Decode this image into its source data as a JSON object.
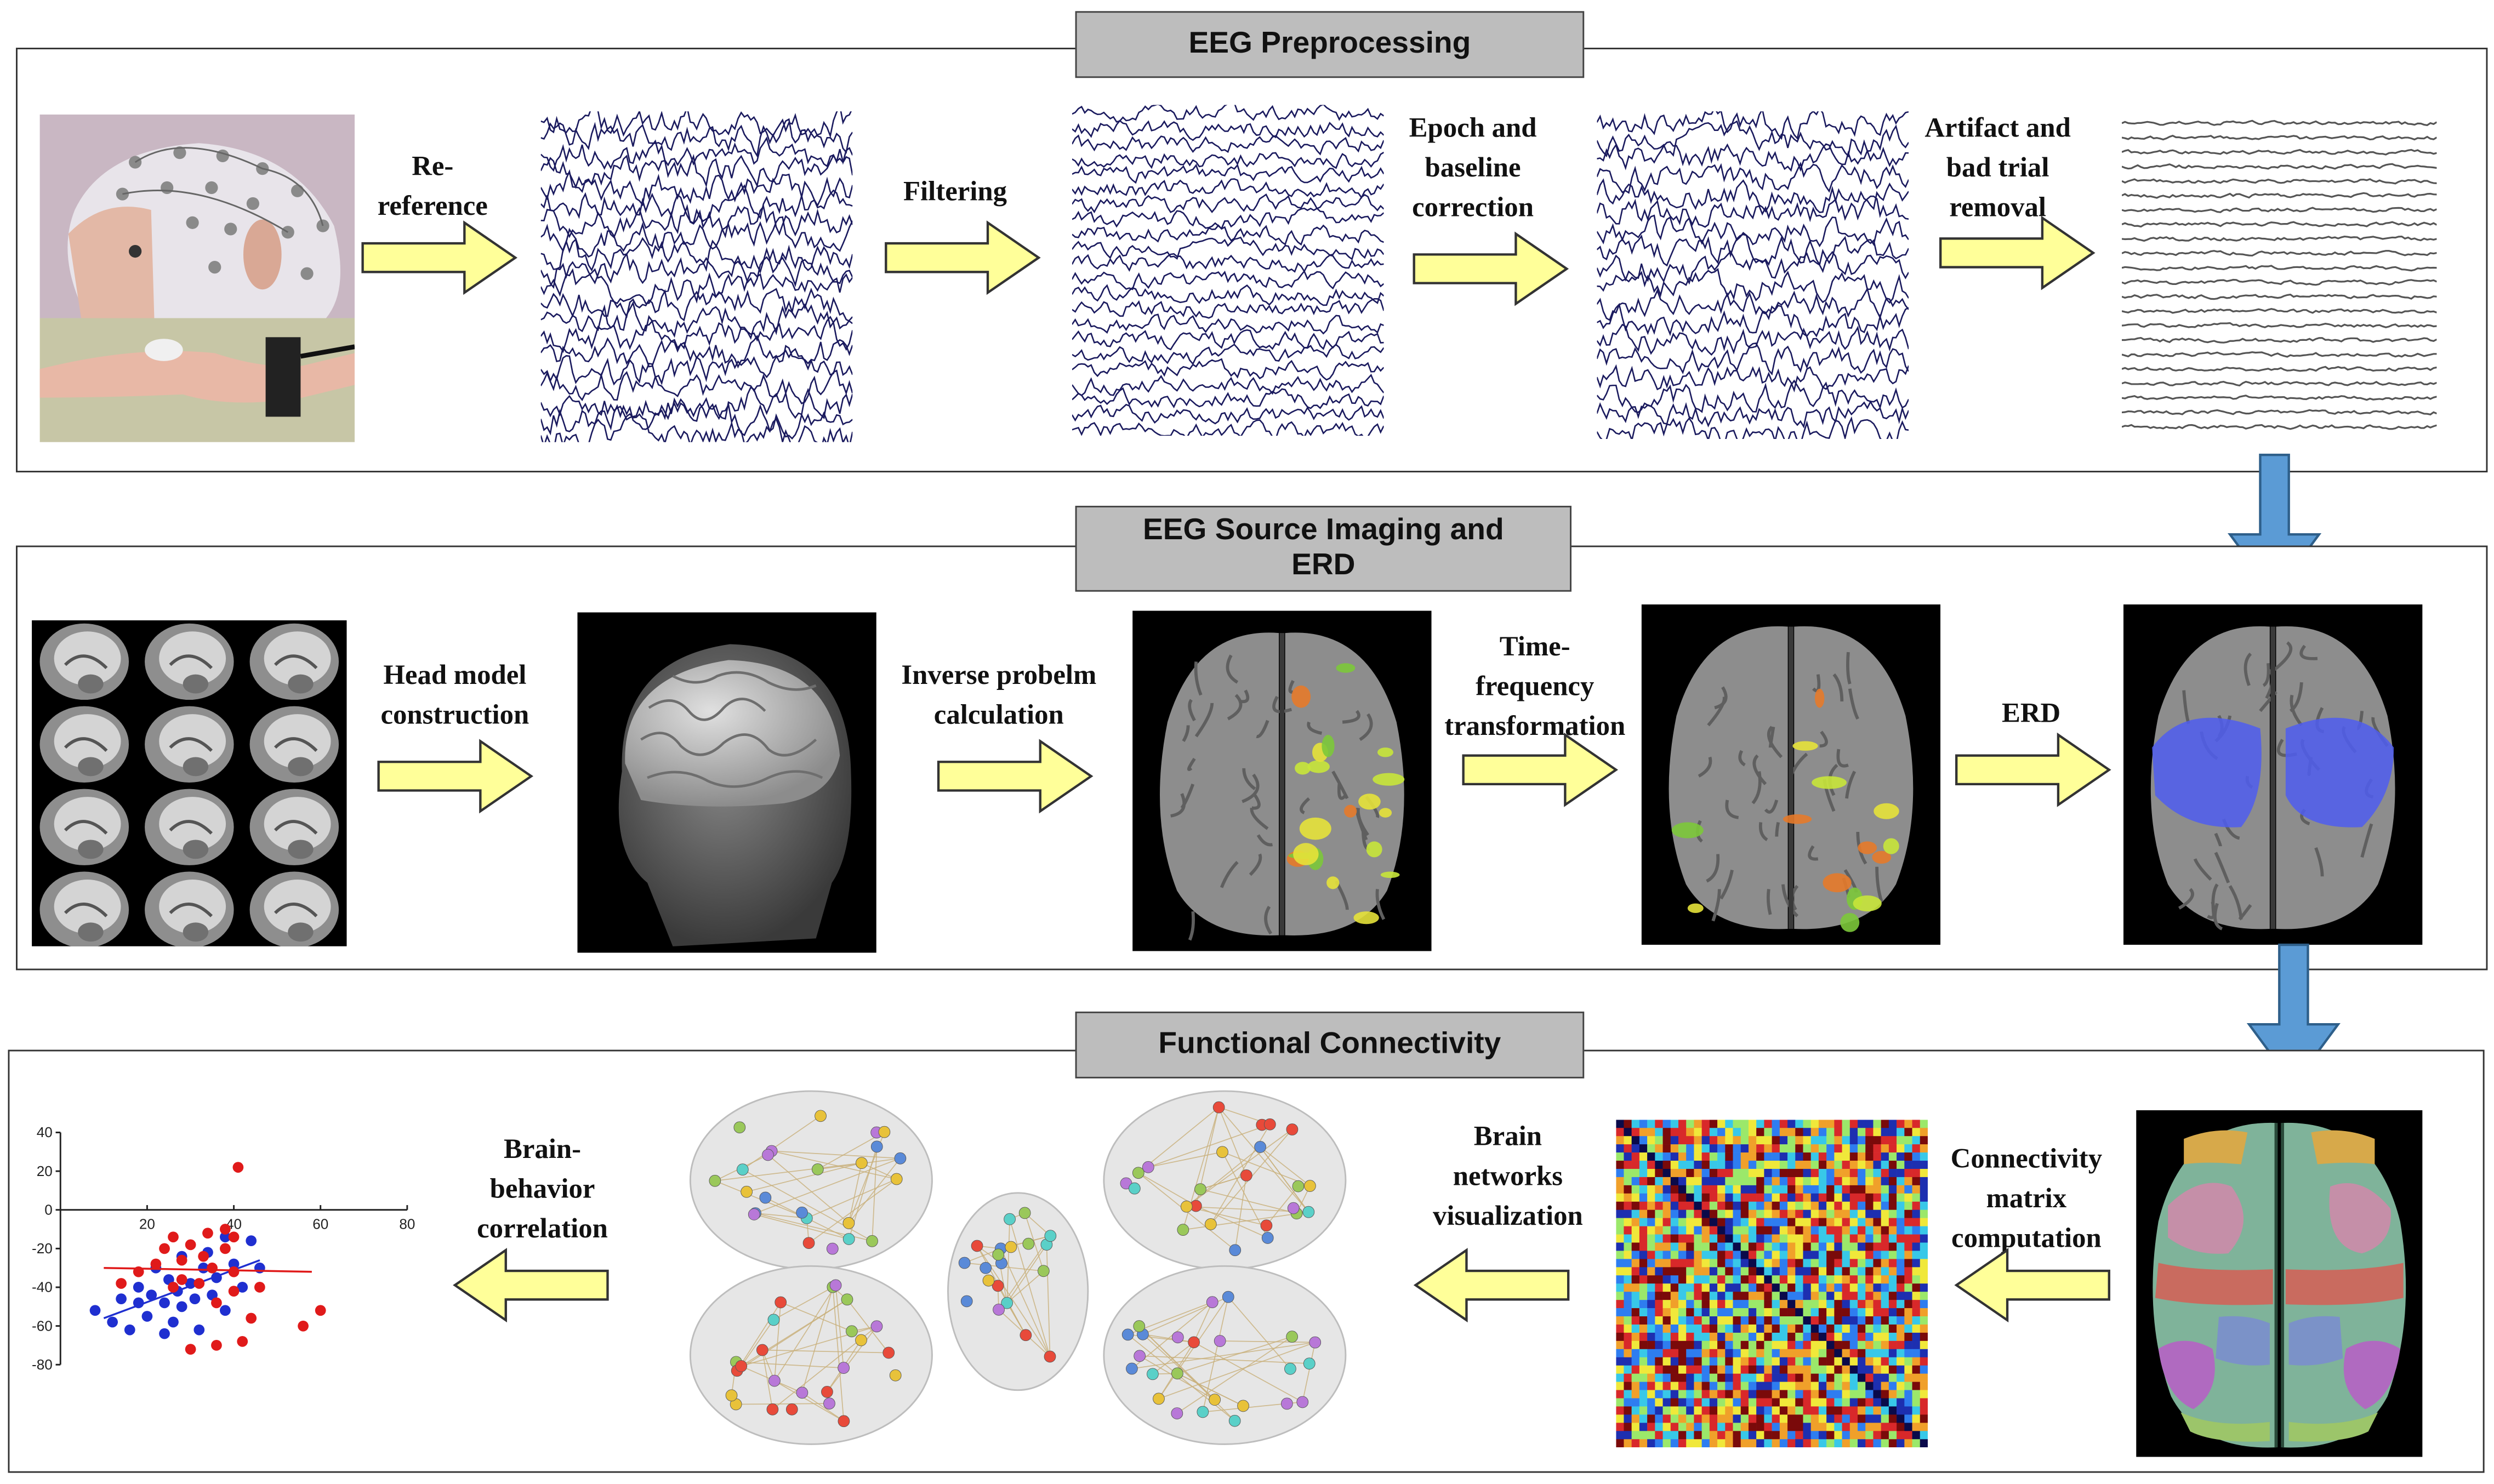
{
  "sections": {
    "preprocessing": "EEG Preprocessing",
    "source": "EEG Source Imaging and\nERD",
    "connectivity": "Functional Connectivity"
  },
  "steps": {
    "rereference": "Re-\nreference",
    "filtering": "Filtering",
    "epoch": "Epoch and\nbaseline\ncorrection",
    "artifact": "Artifact and\nbad trial\nremoval",
    "head_model": "Head model\nconstruction",
    "inverse": "Inverse probelm\ncalculation",
    "timefreq": "Time-\nfrequency\ntransformation",
    "erd": "ERD",
    "conn_matrix": "Connectivity\nmatrix\ncomputation",
    "brain_networks": "Brain\nnetworks\nvisualization",
    "brain_behavior": "Brain-\nbehavior\ncorrelation"
  },
  "colors": {
    "step_arrow": "#ffff99",
    "flow_arrow": "#5b9bd5",
    "title_box": "#bdbdbd",
    "eeg_trace": "#1a1a5e"
  },
  "chart_data": {
    "type": "scatter",
    "xlim": [
      0,
      80
    ],
    "ylim": [
      -80,
      40
    ],
    "xticks": [
      "20",
      "40",
      "60",
      "80"
    ],
    "yticks": [
      "40",
      "20",
      "0",
      "-20",
      "-40",
      "-60",
      "-80"
    ],
    "series": [
      {
        "color": "#1f2fd0",
        "points": [
          [
            8,
            -52
          ],
          [
            12,
            -58
          ],
          [
            14,
            -46
          ],
          [
            16,
            -62
          ],
          [
            18,
            -40
          ],
          [
            20,
            -55
          ],
          [
            21,
            -44
          ],
          [
            22,
            -30
          ],
          [
            24,
            -48
          ],
          [
            25,
            -36
          ],
          [
            26,
            -58
          ],
          [
            27,
            -42
          ],
          [
            28,
            -24
          ],
          [
            28,
            -50
          ],
          [
            30,
            -38
          ],
          [
            31,
            -46
          ],
          [
            32,
            -62
          ],
          [
            33,
            -30
          ],
          [
            34,
            -22
          ],
          [
            35,
            -44
          ],
          [
            36,
            -35
          ],
          [
            38,
            -14
          ],
          [
            38,
            -52
          ],
          [
            40,
            -28
          ],
          [
            42,
            -40
          ],
          [
            44,
            -16
          ],
          [
            46,
            -30
          ],
          [
            24,
            -64
          ],
          [
            18,
            -48
          ]
        ],
        "trend": [
          [
            10,
            -56
          ],
          [
            46,
            -26
          ]
        ]
      },
      {
        "color": "#e01a1a",
        "points": [
          [
            14,
            -38
          ],
          [
            18,
            -32
          ],
          [
            22,
            -28
          ],
          [
            24,
            -20
          ],
          [
            26,
            -14
          ],
          [
            28,
            -26
          ],
          [
            28,
            -36
          ],
          [
            30,
            -18
          ],
          [
            32,
            -38
          ],
          [
            33,
            -24
          ],
          [
            34,
            -12
          ],
          [
            35,
            -30
          ],
          [
            36,
            -48
          ],
          [
            36,
            -70
          ],
          [
            38,
            -20
          ],
          [
            38,
            -10
          ],
          [
            40,
            -42
          ],
          [
            40,
            -32
          ],
          [
            41,
            22
          ],
          [
            42,
            -68
          ],
          [
            44,
            -56
          ],
          [
            46,
            -40
          ],
          [
            56,
            -60
          ],
          [
            60,
            -52
          ],
          [
            30,
            -72
          ],
          [
            40,
            -14
          ],
          [
            26,
            -40
          ]
        ],
        "trend": [
          [
            10,
            -30
          ],
          [
            58,
            -32
          ]
        ]
      }
    ]
  }
}
